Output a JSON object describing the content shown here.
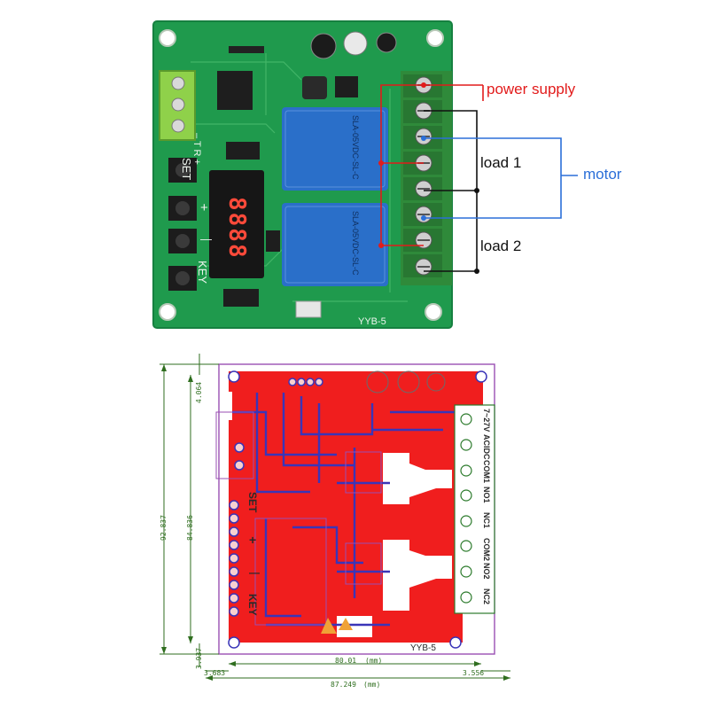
{
  "photo": {
    "callouts": {
      "power_supply": "power supply",
      "load1": "load 1",
      "load2": "load 2",
      "motor": "motor"
    },
    "silkscreen": {
      "set": "SET",
      "plus": "+",
      "minus": "—",
      "key": "KEY",
      "trig": "– T R +",
      "board": "YYB-5",
      "relay_model": "SLA-05VDC-SL-C",
      "display": "8888"
    }
  },
  "drawing": {
    "board_label": "YYB-5",
    "left_labels": {
      "set": "SET",
      "plus": "+",
      "minus": "—",
      "key": "KEY"
    },
    "terminals": [
      "7~27V",
      "ACIDC",
      "COM1",
      "NO1",
      "NC1",
      "COM2",
      "NO2",
      "NC2"
    ],
    "dimensions": {
      "height_outer": "92.837",
      "height_inner": "84.836",
      "top_offset": "4.064",
      "bottom_offset": "3.937",
      "width_inner": "80.01",
      "left_offset": "3.683",
      "right_offset": "3.556",
      "width_outer": "87.249",
      "unit": "(mm)"
    }
  },
  "colors": {
    "pcb_green": "#1f9a4d",
    "relay_blue": "#2a6fc9",
    "terminal_green": "#2f8a3a",
    "callout_red": "#e21b1b",
    "callout_blue": "#2b6fd8",
    "drawing_red": "#f01e1e",
    "drawing_blue": "#3a35b8",
    "dimension_green": "#2f6e1f"
  }
}
